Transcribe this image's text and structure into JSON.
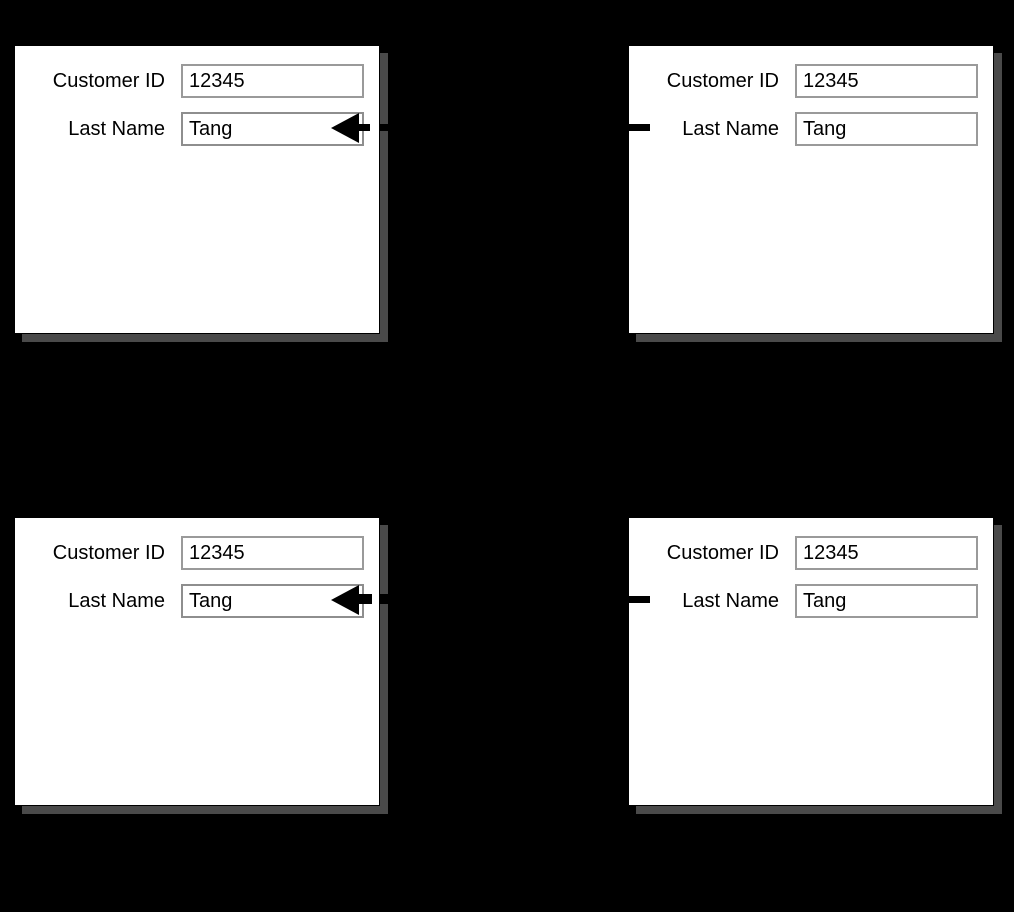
{
  "meta": {
    "background_color": "#000000",
    "panel_color": "#ffffff",
    "panel_border_color": "#000000",
    "panel_shadow_color": "#4a4a4a",
    "field_border_color": "#9a9a9a",
    "text_color": "#000000",
    "annotation_color": "#000000"
  },
  "panels": [
    {
      "id": "top-left",
      "name": "customer-form-top-left",
      "column": "left",
      "fields": [
        {
          "label": "Customer ID",
          "value": "12345",
          "name": "customer-id"
        },
        {
          "label": "Last Name",
          "value": "Tang",
          "name": "last-name"
        }
      ],
      "annotation": {
        "kind": "arrow-head",
        "target": "last-name"
      }
    },
    {
      "id": "top-right",
      "name": "customer-form-top-right",
      "column": "right",
      "fields": [
        {
          "label": "Customer ID",
          "value": "12345",
          "name": "customer-id"
        },
        {
          "label": "Last Name",
          "value": "Tang",
          "name": "last-name"
        }
      ],
      "annotation": {
        "kind": "dash-marker",
        "target": "last-name"
      }
    },
    {
      "id": "bottom-left",
      "name": "customer-form-bottom-left",
      "column": "left",
      "fields": [
        {
          "label": "Customer ID",
          "value": "12345",
          "name": "customer-id"
        },
        {
          "label": "Last Name",
          "value": "Tang",
          "name": "last-name"
        }
      ],
      "annotation": {
        "kind": "arrow-head",
        "target": "last-name"
      }
    },
    {
      "id": "bottom-right",
      "name": "customer-form-bottom-right",
      "column": "right",
      "fields": [
        {
          "label": "Customer ID",
          "value": "12345",
          "name": "customer-id"
        },
        {
          "label": "Last Name",
          "value": "Tang",
          "name": "last-name"
        }
      ],
      "annotation": {
        "kind": "dash-marker",
        "target": "last-name"
      }
    }
  ],
  "labels": {
    "customer_id": "Customer ID",
    "last_name": "Last Name"
  },
  "values": {
    "customer_id": "12345",
    "last_name": "Tang"
  }
}
